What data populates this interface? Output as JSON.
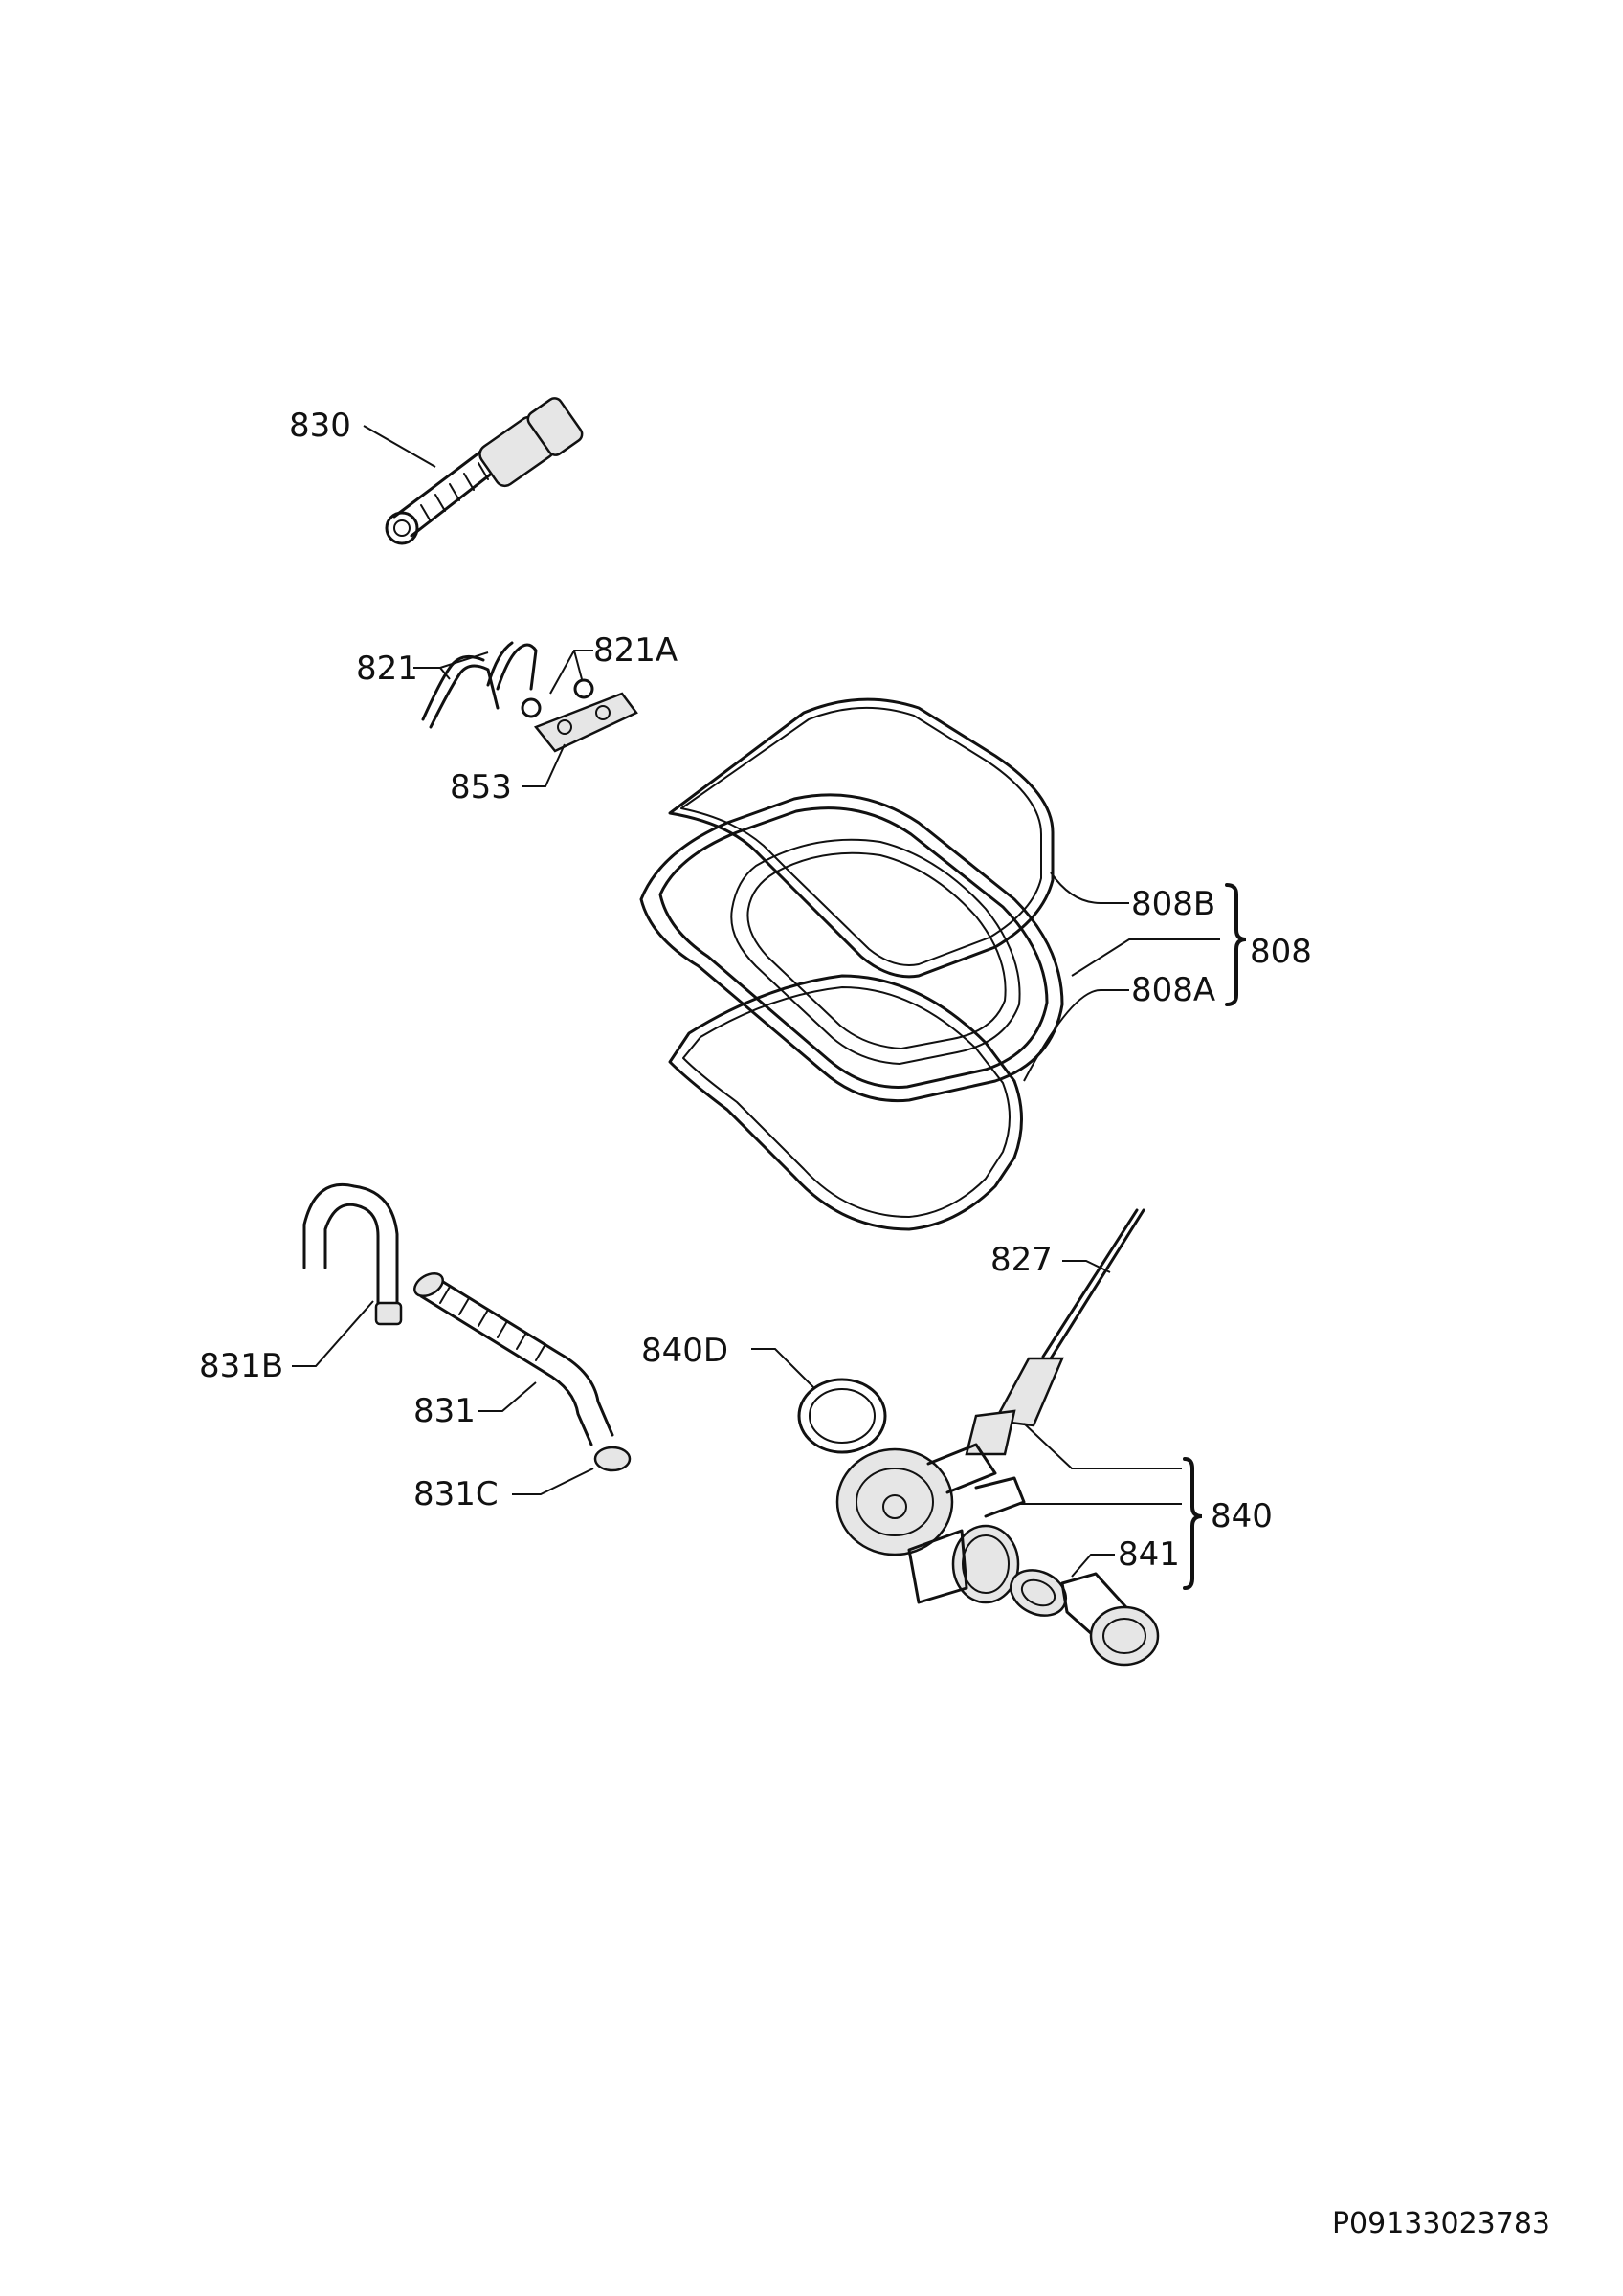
{
  "diagram": {
    "labels": {
      "l830": "830",
      "l821": "821",
      "l821a": "821A",
      "l853": "853",
      "l808b": "808B",
      "l808": "808",
      "l808a": "808A",
      "l827": "827",
      "l840d": "840D",
      "l831b": "831B",
      "l831": "831",
      "l831c": "831C",
      "l840": "840",
      "l841": "841"
    },
    "document_code": "P09133023783"
  }
}
